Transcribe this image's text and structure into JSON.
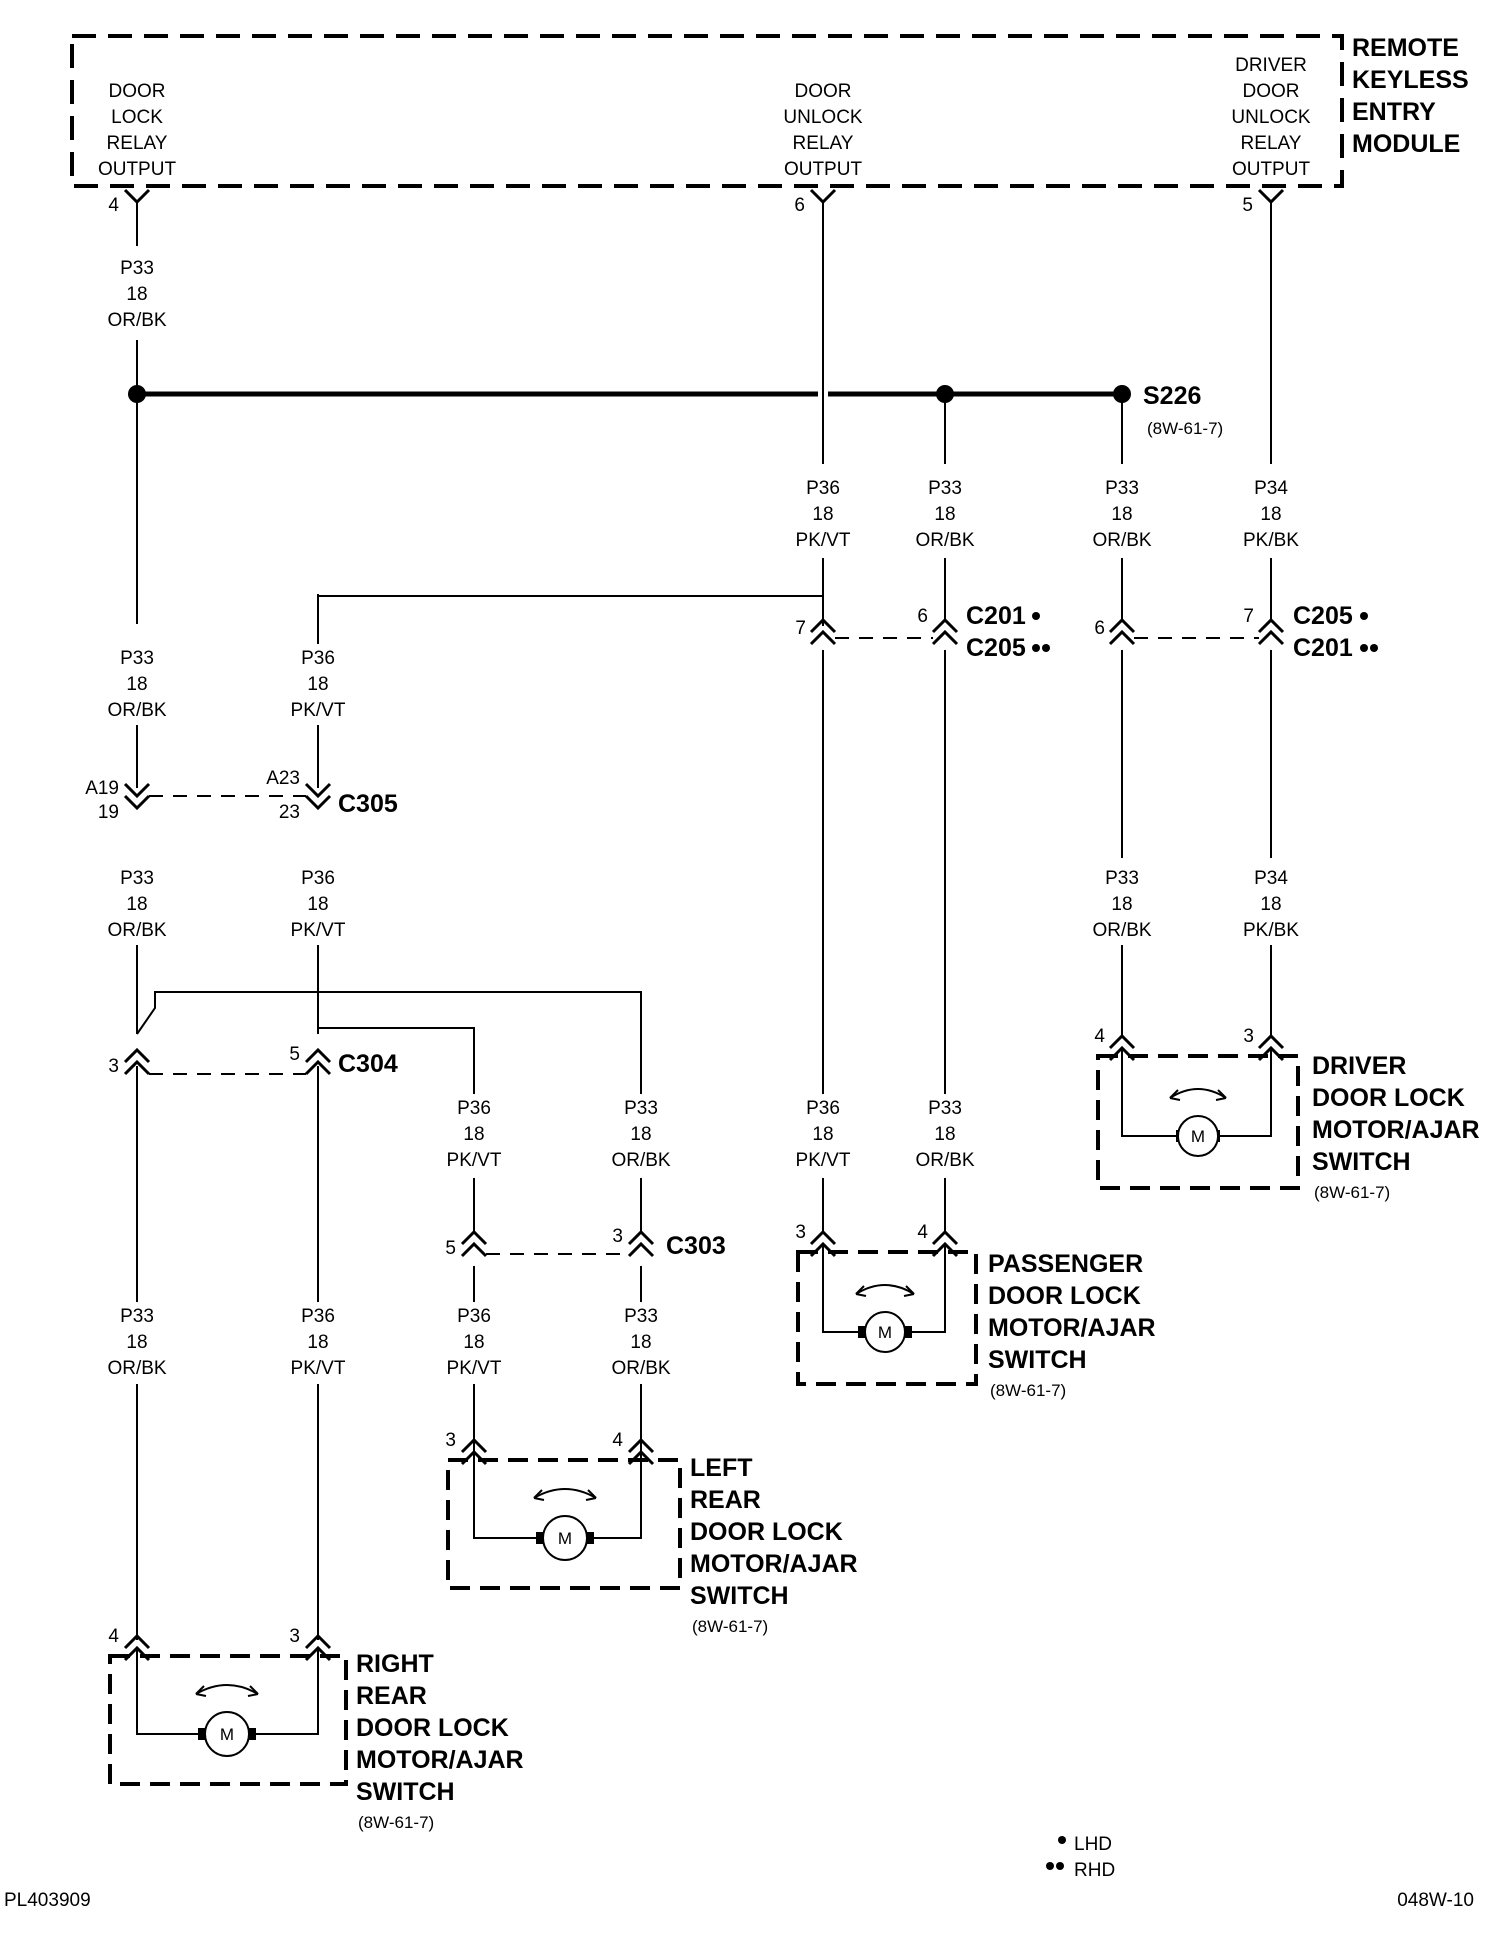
{
  "module": {
    "title_lines": [
      "REMOTE",
      "KEYLESS",
      "ENTRY",
      "MODULE"
    ],
    "outputs": [
      {
        "pin": "4",
        "lines": [
          "DOOR",
          "LOCK",
          "RELAY",
          "OUTPUT"
        ]
      },
      {
        "pin": "6",
        "lines": [
          "DOOR",
          "UNLOCK",
          "RELAY",
          "OUTPUT"
        ]
      },
      {
        "pin": "5",
        "lines": [
          "DRIVER",
          "DOOR",
          "UNLOCK",
          "RELAY",
          "OUTPUT"
        ]
      }
    ]
  },
  "wires": {
    "p33": [
      "P33",
      "18",
      "OR/BK"
    ],
    "p36": [
      "P36",
      "18",
      "PK/VT"
    ],
    "p34": [
      "P34",
      "18",
      "PK/BK"
    ]
  },
  "splice": {
    "name": "S226",
    "ref": "(8W-61-7)"
  },
  "connectors": {
    "c201_205": {
      "top": "C201",
      "bottom": "C205",
      "pin_left": "7",
      "pin_right": "6"
    },
    "c205_201": {
      "top": "C205",
      "bottom": "C201",
      "pin_left": "6",
      "pin_right": "7"
    },
    "c305": {
      "name": "C305",
      "pin_left_top": "A19",
      "pin_left_bottom": "19",
      "pin_right_top": "A23",
      "pin_right_bottom": "23"
    },
    "c304": {
      "name": "C304",
      "pin_left": "3",
      "pin_right": "5"
    },
    "c303": {
      "name": "C303",
      "pin_left": "5",
      "pin_right": "3"
    }
  },
  "motors": [
    {
      "id": "driver",
      "lines": [
        "DRIVER",
        "DOOR LOCK",
        "MOTOR/AJAR",
        "SWITCH"
      ],
      "ref": "(8W-61-7)",
      "pin_left": "4",
      "pin_right": "3",
      "symbol": "M"
    },
    {
      "id": "passenger",
      "lines": [
        "PASSENGER",
        "DOOR LOCK",
        "MOTOR/AJAR",
        "SWITCH"
      ],
      "ref": "(8W-61-7)",
      "pin_left": "3",
      "pin_right": "4",
      "symbol": "M"
    },
    {
      "id": "left-rear",
      "lines": [
        "LEFT",
        "REAR",
        "DOOR LOCK",
        "MOTOR/AJAR",
        "SWITCH"
      ],
      "ref": "(8W-61-7)",
      "pin_left": "3",
      "pin_right": "4",
      "symbol": "M"
    },
    {
      "id": "right-rear",
      "lines": [
        "RIGHT",
        "REAR",
        "DOOR LOCK",
        "MOTOR/AJAR",
        "SWITCH"
      ],
      "ref": "(8W-61-7)",
      "pin_left": "4",
      "pin_right": "3",
      "symbol": "M"
    }
  ],
  "legend": {
    "lhd": "LHD",
    "rhd": "RHD"
  },
  "footer": {
    "left": "PL403909",
    "right": "048W-10"
  }
}
